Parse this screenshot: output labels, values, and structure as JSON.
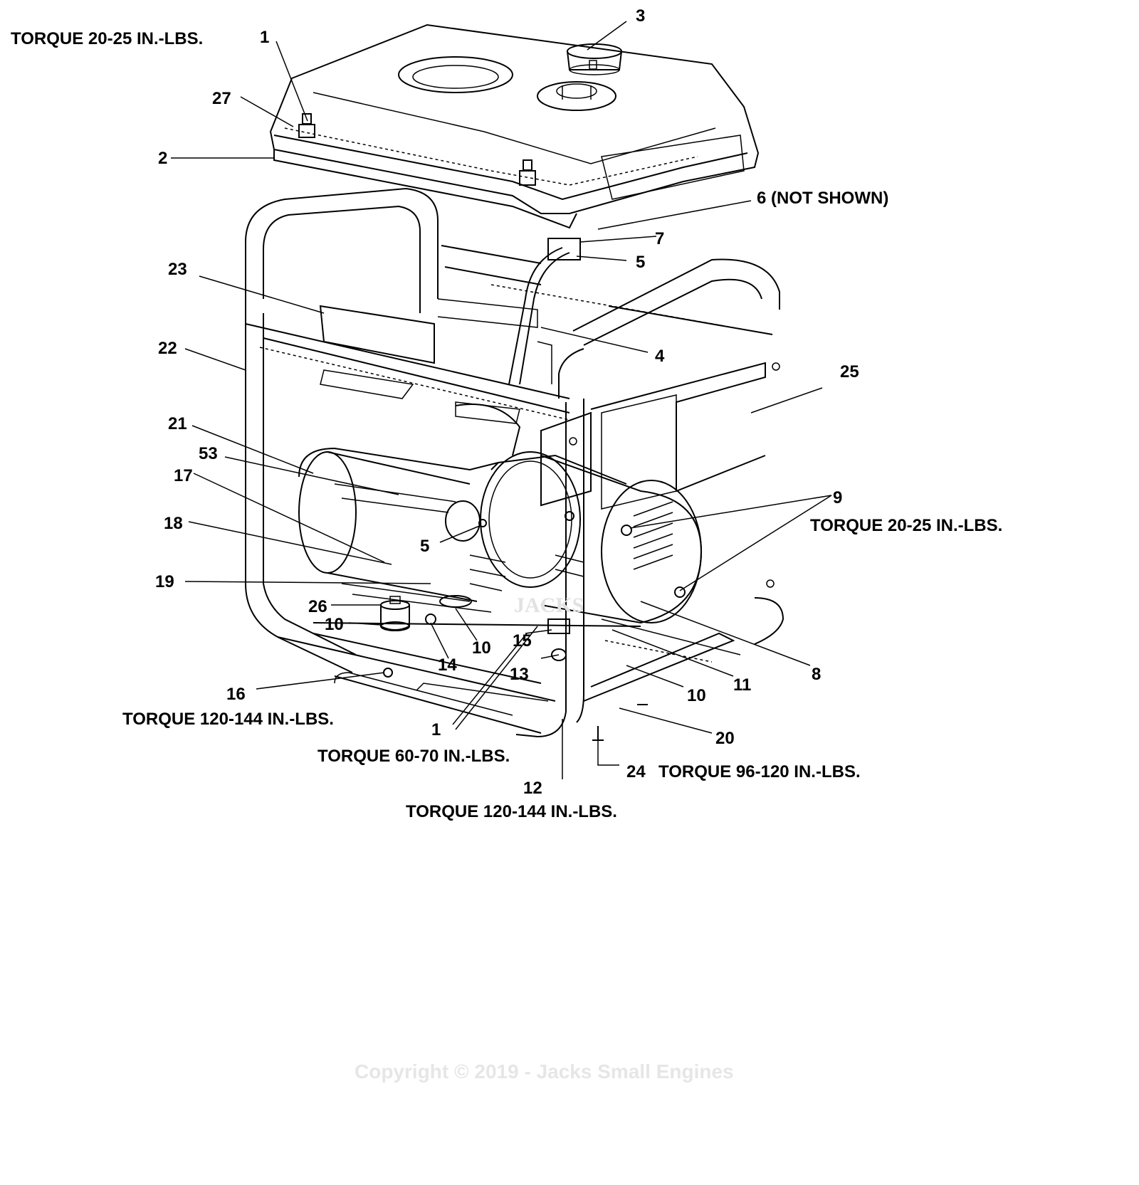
{
  "callouts": [
    {
      "id": "c1",
      "text": "1"
    },
    {
      "id": "c2",
      "text": "2"
    },
    {
      "id": "c3",
      "text": "3"
    },
    {
      "id": "c27",
      "text": "27"
    },
    {
      "id": "c6",
      "text": "6 (NOT SHOWN)"
    },
    {
      "id": "c7",
      "text": "7"
    },
    {
      "id": "c5a",
      "text": "5"
    },
    {
      "id": "c23",
      "text": "23"
    },
    {
      "id": "c22",
      "text": "22"
    },
    {
      "id": "c4",
      "text": "4"
    },
    {
      "id": "c25",
      "text": "25"
    },
    {
      "id": "c21",
      "text": "21"
    },
    {
      "id": "c53",
      "text": "53"
    },
    {
      "id": "c17",
      "text": "17"
    },
    {
      "id": "c18",
      "text": "18"
    },
    {
      "id": "c5b",
      "text": "5"
    },
    {
      "id": "c9",
      "text": "9"
    },
    {
      "id": "c19",
      "text": "19"
    },
    {
      "id": "c26",
      "text": "26"
    },
    {
      "id": "c10a",
      "text": "10"
    },
    {
      "id": "c10b",
      "text": "10"
    },
    {
      "id": "c14",
      "text": "14"
    },
    {
      "id": "c15",
      "text": "15"
    },
    {
      "id": "c13",
      "text": "13"
    },
    {
      "id": "c8",
      "text": "8"
    },
    {
      "id": "c11",
      "text": "11"
    },
    {
      "id": "c10c",
      "text": "10"
    },
    {
      "id": "c16",
      "text": "16"
    },
    {
      "id": "c1b",
      "text": "1"
    },
    {
      "id": "c20",
      "text": "20"
    },
    {
      "id": "c24",
      "text": "24"
    },
    {
      "id": "c12",
      "text": "12"
    }
  ],
  "torque_notes": {
    "t1": "TORQUE 20-25 IN.-LBS.",
    "t9": "TORQUE 20-25 IN.-LBS.",
    "t16": "TORQUE 120-144 IN.-LBS.",
    "t1b": "TORQUE 60-70 IN.-LBS.",
    "t24": "TORQUE 96-120 IN.-LBS.",
    "t12": "TORQUE 120-144 IN.-LBS."
  },
  "watermark": {
    "brand": "JACKS",
    "copyright": "Copyright © 2019 - Jacks Small Engines"
  }
}
